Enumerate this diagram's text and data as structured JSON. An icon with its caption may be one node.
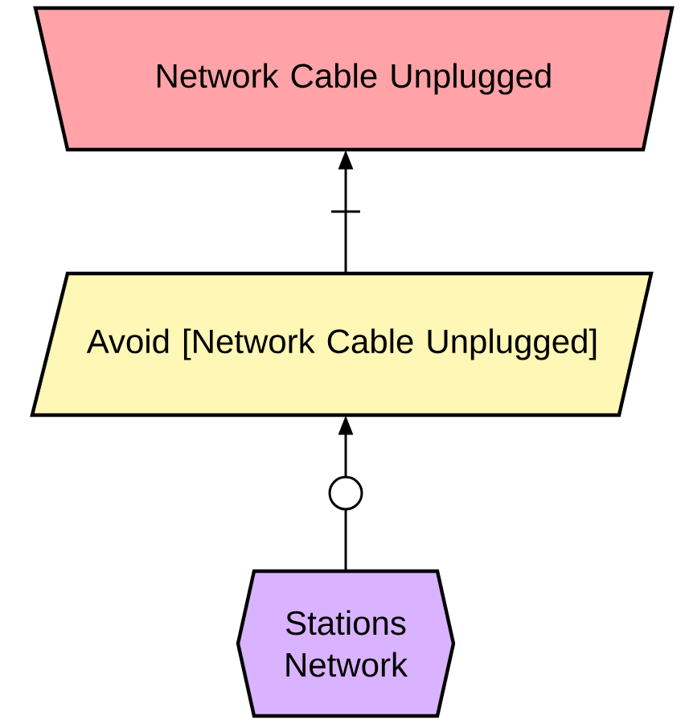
{
  "diagram": {
    "nodes": [
      {
        "text": [
          "Network Cable Unplugged"
        ]
      },
      {
        "text": [
          "Avoid [Network Cable Unplugged]"
        ]
      },
      {
        "text": [
          "Stations Network"
        ]
      }
    ],
    "edges": [
      {
        "from": 1,
        "to": 0,
        "arrow": "to"
      },
      {
        "from": 2,
        "to": 1,
        "arrow": "to"
      }
    ]
  }
}
